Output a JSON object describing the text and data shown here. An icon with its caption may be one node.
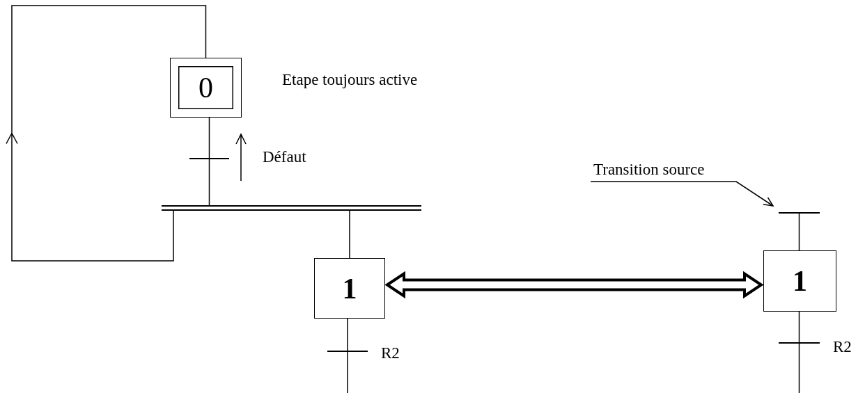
{
  "diagram": {
    "nodes": [
      {
        "text": [
          "0"
        ],
        "beside": [
          "Etape toujours active"
        ]
      },
      {
        "text": [],
        "shape": "bar",
        "beside": [
          "Défaut"
        ]
      },
      {
        "text": [],
        "shape": "bar"
      },
      {
        "text": [
          "1"
        ]
      },
      {
        "text": [],
        "shape": "bar",
        "beside": [
          "R2"
        ]
      },
      {
        "text": [],
        "shape": "bar"
      },
      {
        "text": [
          "1"
        ]
      },
      {
        "text": [],
        "shape": "bar",
        "beside": [
          "R2"
        ]
      },
      {
        "text": [
          "Transition source"
        ]
      }
    ],
    "edges": [
      {
        "from": 0,
        "to": 1,
        "arrow": "none"
      },
      {
        "from": 1,
        "to": 2,
        "arrow": "none"
      },
      {
        "from": 2,
        "to": 3,
        "arrow": "none"
      },
      {
        "from": 2,
        "to": 0,
        "arrow": "to"
      },
      {
        "from": 3,
        "to": 4,
        "arrow": "none"
      },
      {
        "from": 4,
        "to": null,
        "arrow": "none"
      },
      {
        "from": 5,
        "to": 6,
        "arrow": "none"
      },
      {
        "from": 6,
        "to": 7,
        "arrow": "none"
      },
      {
        "from": 7,
        "to": null,
        "arrow": "none"
      },
      {
        "from": 8,
        "to": 5,
        "arrow": "to"
      },
      {
        "from": 3,
        "to": 6,
        "arrow": "both",
        "style": "thick"
      }
    ]
  }
}
